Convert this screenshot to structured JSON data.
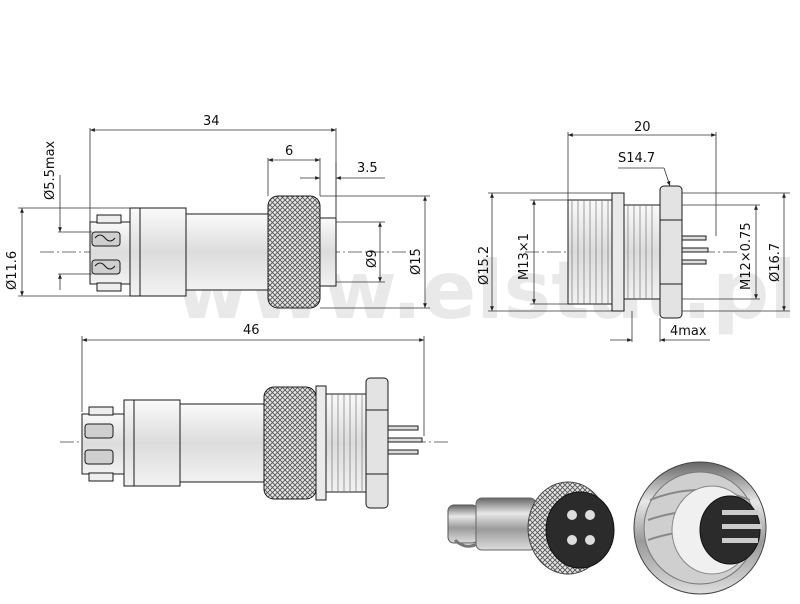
{
  "colors": {
    "line": "#1a1a1a",
    "dim": "#333333",
    "metal_light": "#f4f4f4",
    "metal_dark": "#8a8a8a",
    "photo_dark": "#2b2b2b"
  },
  "watermark": "www.elstat.pl",
  "plug_view": {
    "dim_34": "34",
    "dim_6": "6",
    "dim_3_5": "3.5",
    "dim_5_5max": "Ø5.5max",
    "dim_11_6": "Ø11.6",
    "dim_9": "Ø9",
    "dim_15": "Ø15"
  },
  "socket_view": {
    "dim_20": "20",
    "dim_s14_7": "S14.7",
    "dim_15_2": "Ø15.2",
    "dim_m13": "M13×1",
    "dim_m12": "M12×0.75",
    "dim_16_7": "Ø16.7",
    "dim_4max": "4max"
  },
  "assembly_view": {
    "dim_46": "46"
  },
  "photos": {
    "left_icon": "plug-connector-photo",
    "right_icon": "socket-connector-photo"
  }
}
